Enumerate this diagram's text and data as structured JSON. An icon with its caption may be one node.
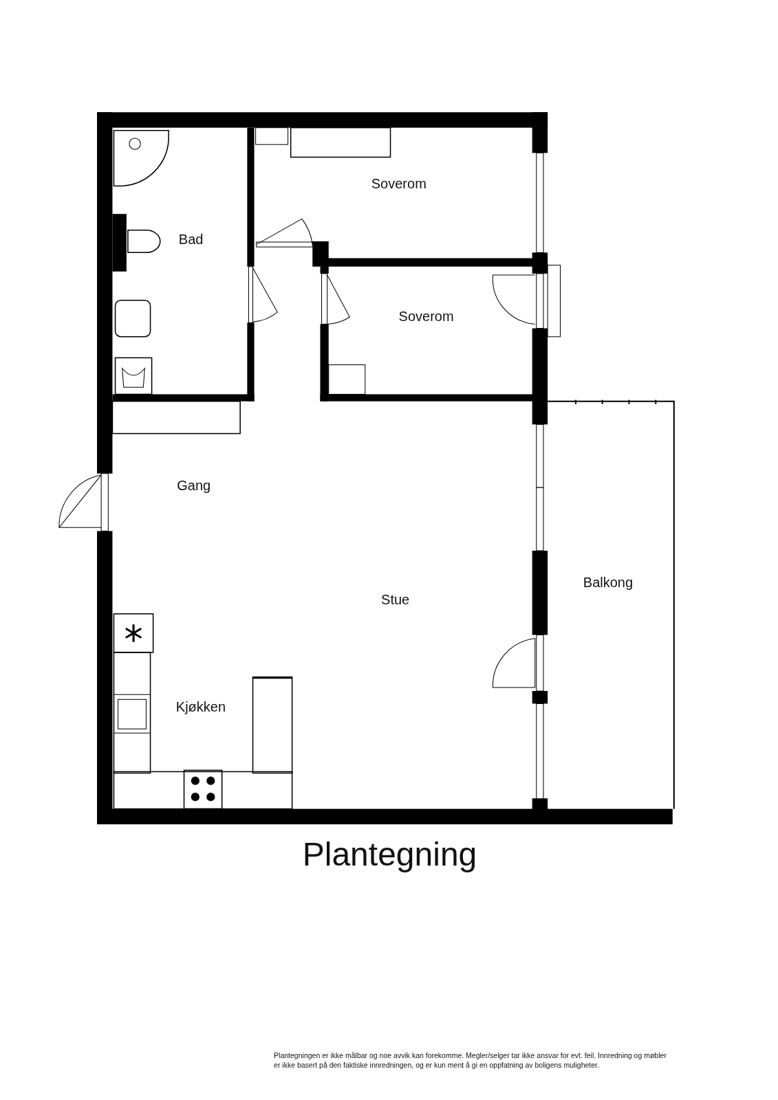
{
  "diagram": {
    "caption": "Plantegning",
    "labels": [
      "Soverom",
      "Bad",
      "Soverom",
      "Gang",
      "Balkong",
      "Stue",
      "Kjøkken",
      "Plantegningen er ikke målbar og noe avvik kan forekomme. Megler/selger tar ikke ansvar for evt. feil. Innredning og møbler er ikke basert på den faktiske innredningen, og er kun ment å gi en oppfatning av boligens muligheter."
    ]
  }
}
